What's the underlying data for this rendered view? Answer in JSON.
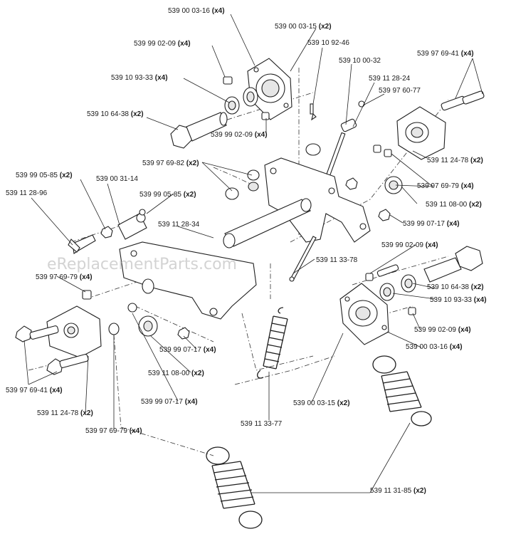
{
  "watermark": "eReplacementParts.com",
  "callouts": [
    {
      "id": "c1",
      "part": "539 00 03-16",
      "qty": "(x4)"
    },
    {
      "id": "c2",
      "part": "539 00 03-15",
      "qty": "(x2)"
    },
    {
      "id": "c3",
      "part": "539 99 02-09",
      "qty": "(x4)"
    },
    {
      "id": "c4",
      "part": "539 10 92-46",
      "qty": ""
    },
    {
      "id": "c5",
      "part": "539 10 00-32",
      "qty": ""
    },
    {
      "id": "c6",
      "part": "539 97 69-41",
      "qty": "(x4)"
    },
    {
      "id": "c7",
      "part": "539 10 93-33",
      "qty": "(x4)"
    },
    {
      "id": "c8",
      "part": "539 11 28-24",
      "qty": ""
    },
    {
      "id": "c9",
      "part": "539 97 60-77",
      "qty": ""
    },
    {
      "id": "c10",
      "part": "539 10 64-38",
      "qty": "(x2)"
    },
    {
      "id": "c11",
      "part": "539 99 02-09",
      "qty": "(x4)"
    },
    {
      "id": "c12",
      "part": "539 11 24-78",
      "qty": "(x2)"
    },
    {
      "id": "c13",
      "part": "539 97 69-82",
      "qty": "(x2)"
    },
    {
      "id": "c14",
      "part": "539 99 05-85",
      "qty": "(x2)"
    },
    {
      "id": "c15",
      "part": "539 00 31-14",
      "qty": ""
    },
    {
      "id": "c16",
      "part": "539 97 69-79",
      "qty": "(x4)"
    },
    {
      "id": "c17",
      "part": "539 11 28-96",
      "qty": ""
    },
    {
      "id": "c18",
      "part": "539 99 05-85",
      "qty": "(x2)"
    },
    {
      "id": "c19",
      "part": "539 11 08-00",
      "qty": "(x2)"
    },
    {
      "id": "c20",
      "part": "539 11 28-34",
      "qty": ""
    },
    {
      "id": "c21",
      "part": "539 99 07-17",
      "qty": "(x4)"
    },
    {
      "id": "c22",
      "part": "539 99 02-09",
      "qty": "(x4)"
    },
    {
      "id": "c23",
      "part": "539 11 33-78",
      "qty": ""
    },
    {
      "id": "c24",
      "part": "539 97 69-79",
      "qty": "(x4)"
    },
    {
      "id": "c25",
      "part": "539 10 64-38",
      "qty": "(x2)"
    },
    {
      "id": "c26",
      "part": "539 10 93-33",
      "qty": "(x4)"
    },
    {
      "id": "c27",
      "part": "539 99 02-09",
      "qty": "(x4)"
    },
    {
      "id": "c28",
      "part": "539 00 03-16",
      "qty": "(x4)"
    },
    {
      "id": "c29",
      "part": "539 99 07-17",
      "qty": "(x4)"
    },
    {
      "id": "c30",
      "part": "539 11 08-00",
      "qty": "(x2)"
    },
    {
      "id": "c31",
      "part": "539 97 69-41",
      "qty": "(x4)"
    },
    {
      "id": "c32",
      "part": "539 11 24-78",
      "qty": "(x2)"
    },
    {
      "id": "c33",
      "part": "539 99 07-17",
      "qty": "(x4)"
    },
    {
      "id": "c34",
      "part": "539 00 03-15",
      "qty": "(x2)"
    },
    {
      "id": "c35",
      "part": "539 97 69-79",
      "qty": "(x4)"
    },
    {
      "id": "c36",
      "part": "539 11 33-77",
      "qty": ""
    },
    {
      "id": "c37",
      "part": "539 11 31-85",
      "qty": "(x2)"
    }
  ]
}
